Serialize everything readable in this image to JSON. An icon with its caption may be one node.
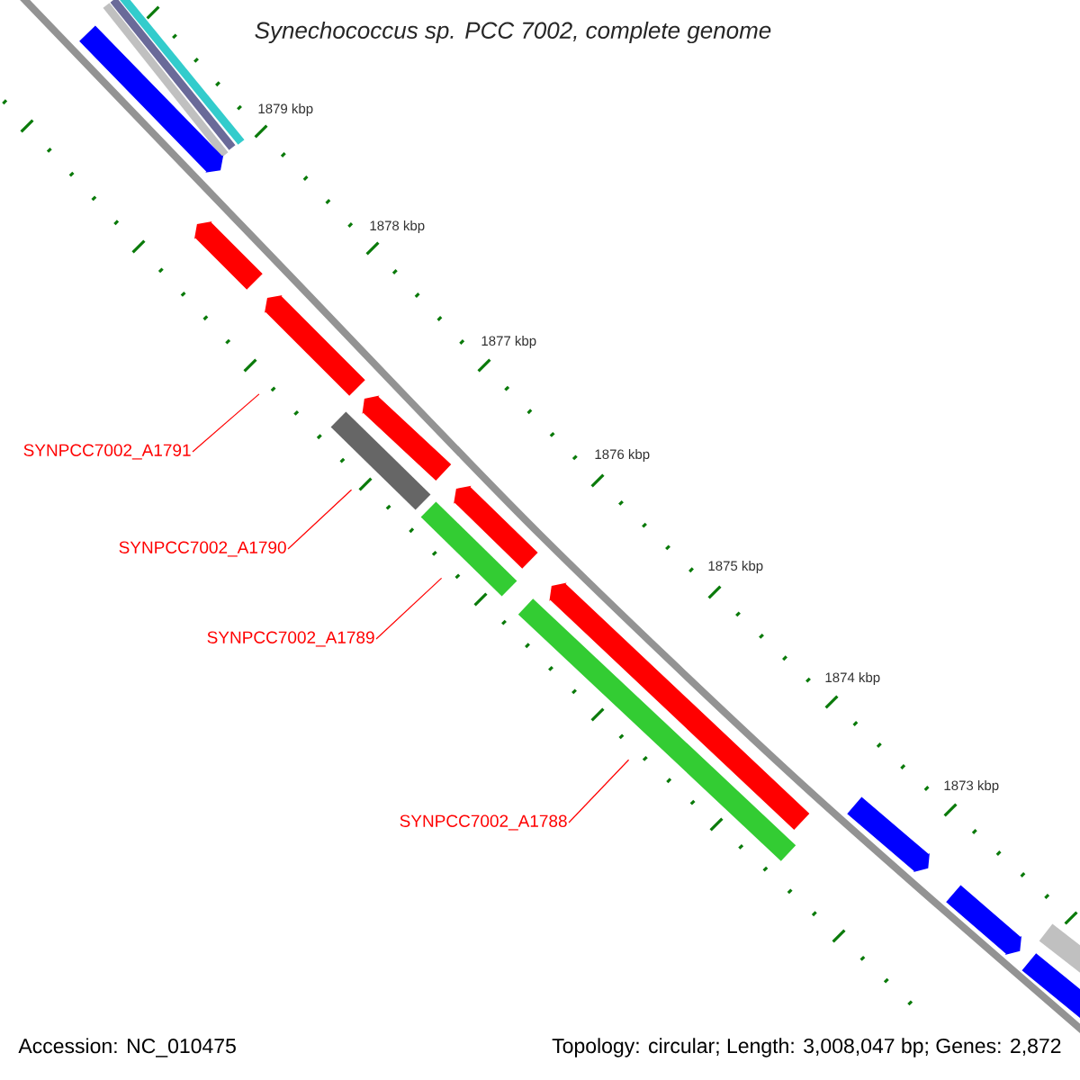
{
  "diagram": {
    "title": "Synechococcus sp. PCC 7002, complete genome",
    "nodes": [
      {
        "text": [
          "SYNPCC7002_A1791"
        ]
      },
      {
        "text": [
          "SYNPCC7002_A1790"
        ]
      },
      {
        "text": [
          "SYNPCC7002_A1789"
        ]
      },
      {
        "text": [
          "SYNPCC7002_A1788"
        ]
      },
      {
        "text": [],
        "shape": "bar"
      },
      {
        "text": [],
        "shape": "bar"
      },
      {
        "text": [],
        "shape": "bar"
      },
      {
        "text": [],
        "shape": "bar"
      },
      {
        "text": [],
        "shape": "bar"
      }
    ],
    "edges": [
      {
        "from": 0,
        "to": 5,
        "arrow": "none"
      },
      {
        "from": 1,
        "to": 6,
        "arrow": "none"
      },
      {
        "from": 2,
        "to": 7,
        "arrow": "none"
      },
      {
        "from": 3,
        "to": 8,
        "arrow": "none"
      }
    ],
    "labels": [
      "1879 kbp",
      "1878 kbp",
      "1877 kbp",
      "1876 kbp",
      "1875 kbp",
      "1874 kbp",
      "1873 kbp",
      "Accession: NC_010475",
      "Topology: circular; Length: 3,008,047 bp; Genes: 2,872"
    ]
  }
}
